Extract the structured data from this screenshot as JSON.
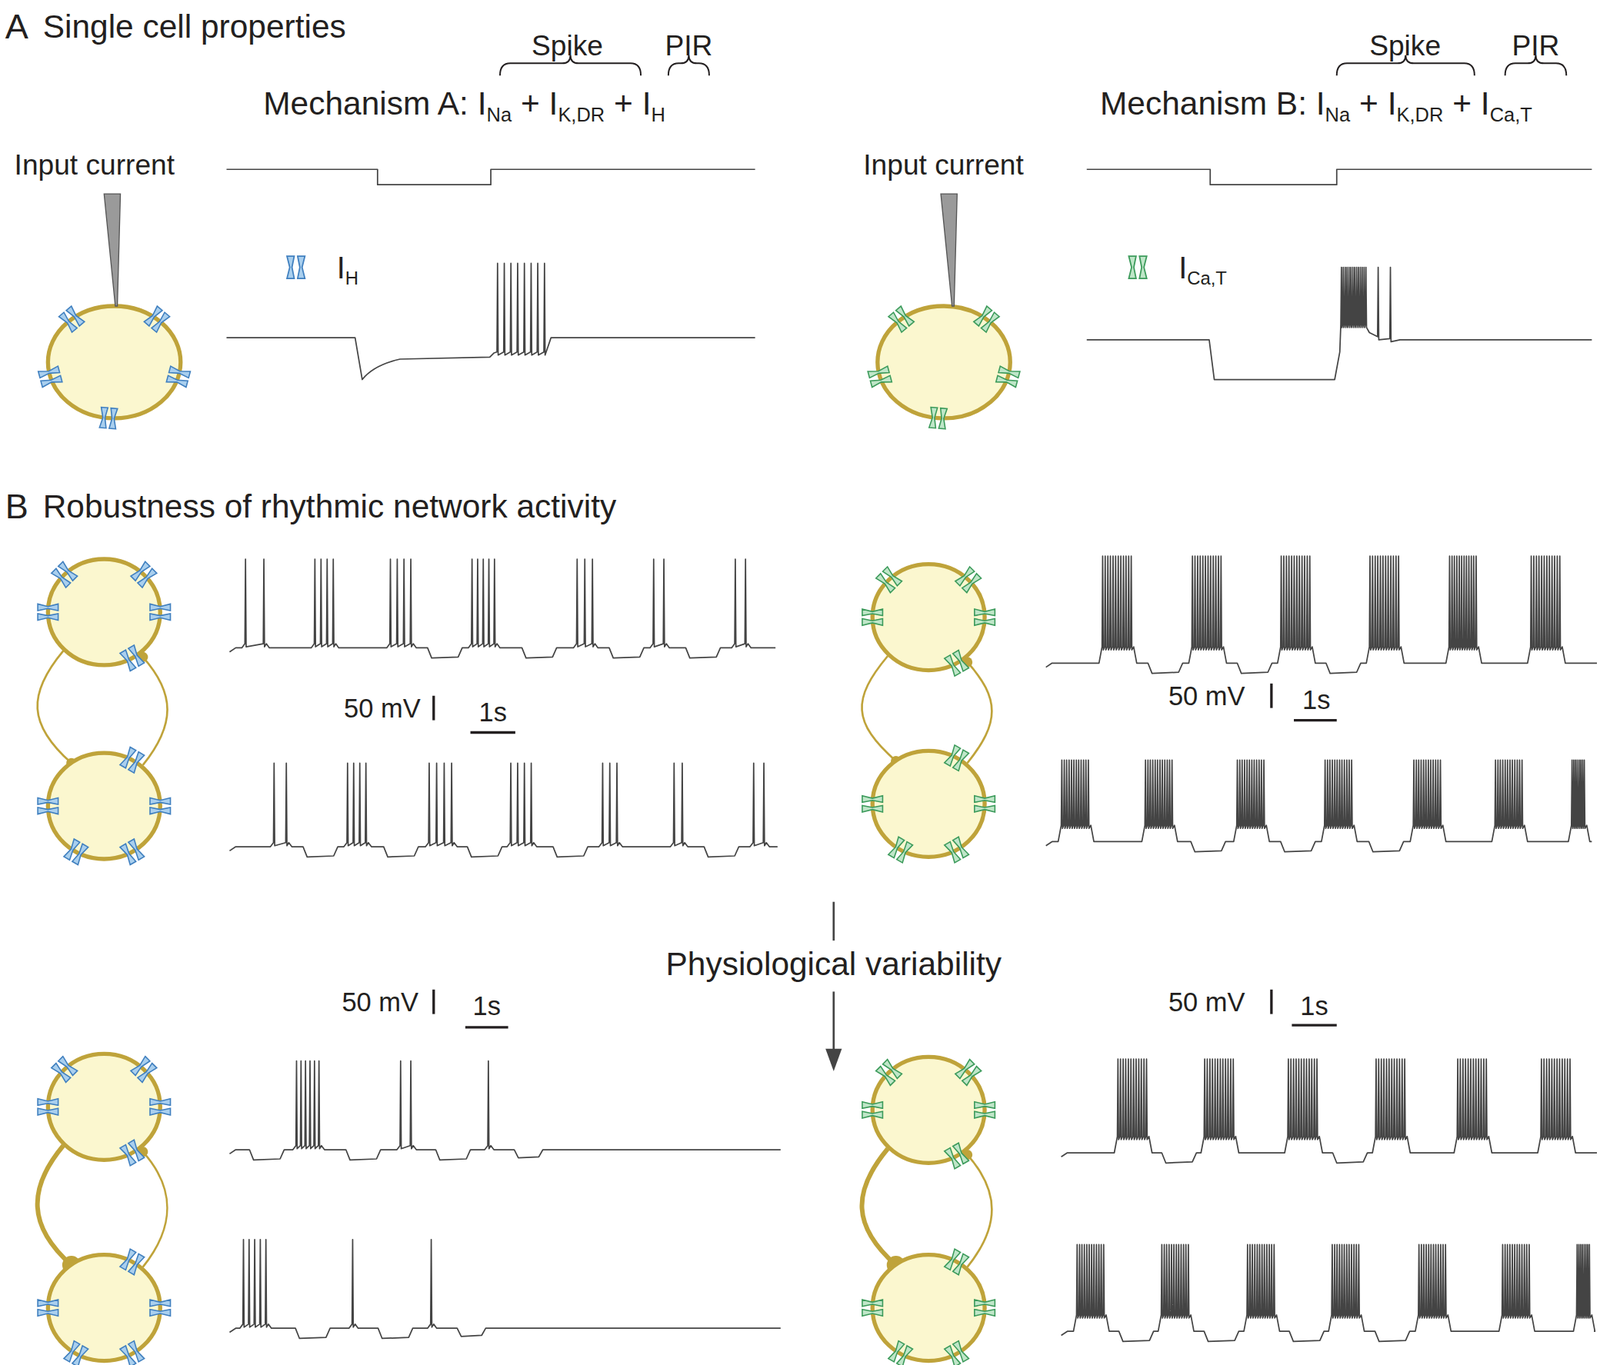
{
  "diagram": {
    "labels": [
      "A",
      "Single cell properties",
      "Spike",
      "PIR",
      "Mechanism A:",
      "I",
      "Na",
      "+",
      "I",
      "K,DR",
      "+",
      "I",
      "H",
      "Spike",
      "PIR",
      "Mechanism B:",
      "I",
      "Na",
      "+",
      "I",
      "K,DR",
      "+",
      "I",
      "Ca,T",
      "Input current",
      "I",
      "H",
      "Input current",
      "I",
      "Ca,T",
      "B",
      "Robustness of rhythmic network activity",
      "50 mV",
      "1s",
      "50 mV",
      "1s",
      "Physiological variability",
      "50 mV",
      "1s",
      "50 mV",
      "1s"
    ]
  }
}
